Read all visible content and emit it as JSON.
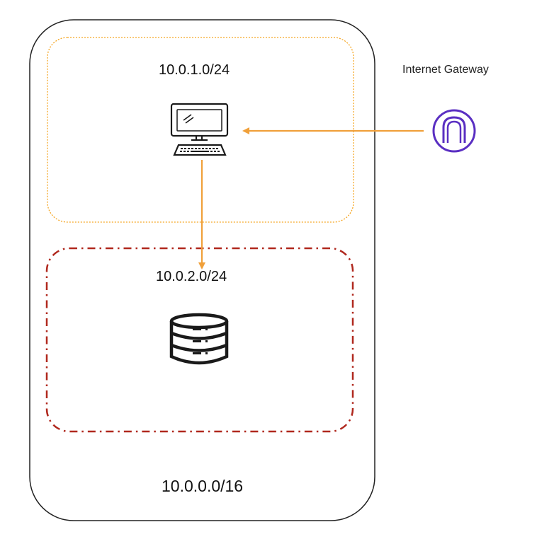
{
  "vpc": {
    "cidr": "10.0.0.0/16"
  },
  "public_subnet": {
    "cidr": "10.0.1.0/24",
    "icon": "desktop-computer-icon",
    "border_color": "#F5A623"
  },
  "private_subnet": {
    "cidr": "10.0.2.0/24",
    "icon": "database-icon",
    "border_color": "#B0281E"
  },
  "internet_gateway": {
    "label": "Internet Gateway",
    "icon": "internet-gateway-icon",
    "color": "#5A2FC2"
  },
  "arrows": {
    "color": "#F0A03A"
  }
}
